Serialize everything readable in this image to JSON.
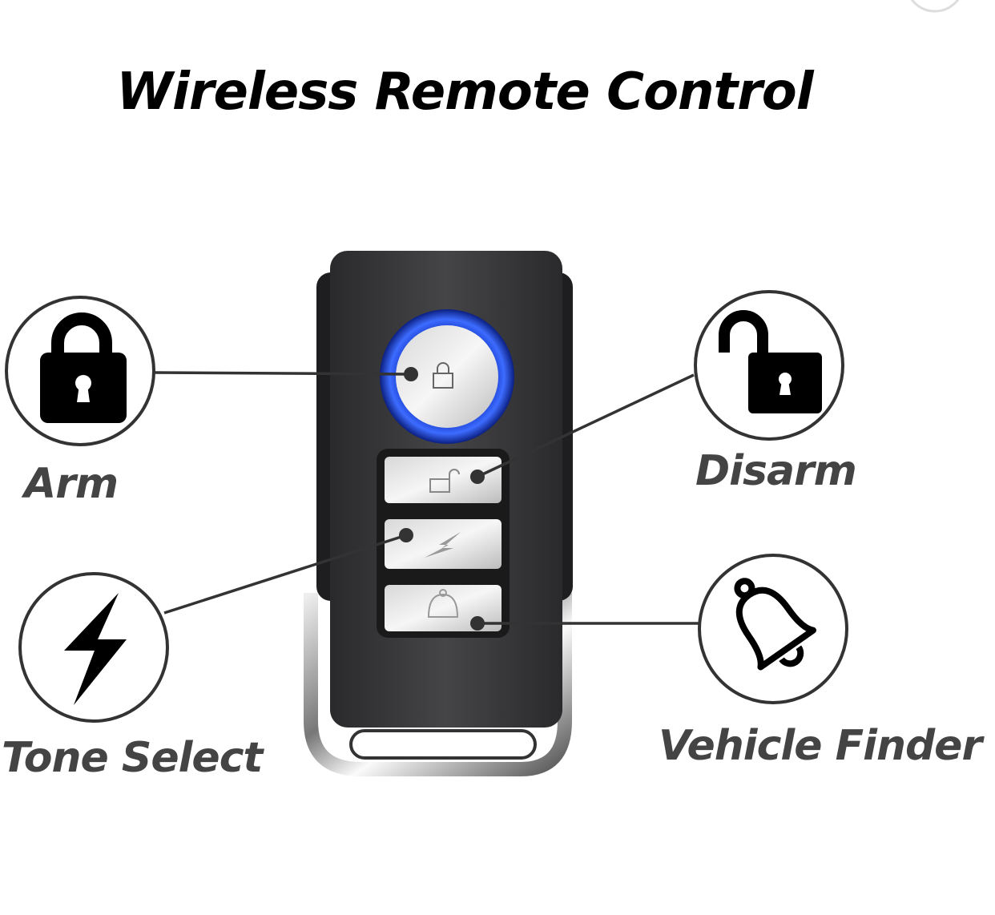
{
  "title": "Wireless Remote Control",
  "features": [
    {
      "label": "Arm",
      "icon": "lock-icon"
    },
    {
      "label": "Disarm",
      "icon": "unlock-icon"
    },
    {
      "label": "Tone Select",
      "icon": "lightning-icon"
    },
    {
      "label": "Vehicle Finder",
      "icon": "bell-icon"
    }
  ],
  "colors": {
    "led_ring": "#1a3fd0",
    "body": "#3a3a3c",
    "label": "#444444"
  }
}
